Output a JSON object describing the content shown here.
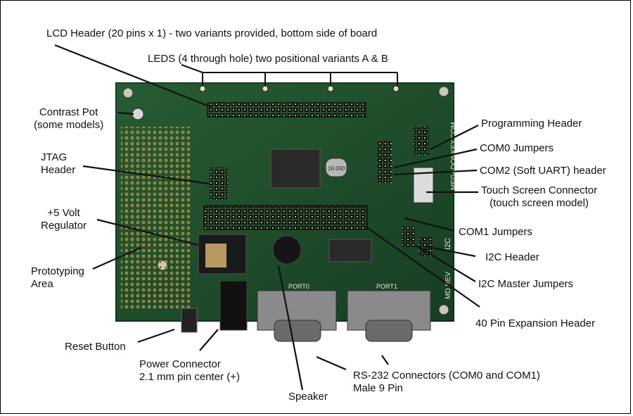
{
  "colors": {
    "board": "#1f4d2b",
    "board_dark": "#163a20",
    "header_black": "#1a1a1a",
    "connector_metal": "#7a7a7a",
    "leader": "#111111"
  },
  "labels": {
    "lcd_header": "LCD Header (20 pins x 1) - two variants provided, bottom side of board",
    "leds": "LEDS  (4 through hole) two positional variants A & B",
    "contrast_pot": [
      "Contrast Pot",
      "(some models)"
    ],
    "jtag_header": [
      "JTAG",
      "Header"
    ],
    "regulator": [
      "+5 Volt",
      "Regulator"
    ],
    "prototyping": [
      "Prototyping",
      "Area"
    ],
    "reset_button": "Reset Button",
    "power_connector": [
      "Power Connector",
      "2.1 mm pin center (+)"
    ],
    "speaker": "Speaker",
    "rs232": [
      "RS-232 Connectors (COM0 and COM1)",
      "Male 9 Pin"
    ],
    "programming_header": "Programming Header",
    "com0_jumpers": "COM0 Jumpers",
    "com2_header": "COM2 (Soft UART) header",
    "touch_screen": [
      "Touch Screen Connector",
      "(touch screen model)"
    ],
    "com1_jumpers": "COM1 Jumpers",
    "i2c_header": "I2C Header",
    "i2c_master": "I2C Master Jumpers",
    "expansion_header": "40 Pin Expansion Header"
  },
  "board_text": {
    "silk_url": "MEGADONKEY.COM",
    "silk_i2c": "I2C",
    "silk_rev": "MD REV",
    "port0": "PORT0",
    "port1": "PORT1",
    "crystal": "16.000"
  }
}
